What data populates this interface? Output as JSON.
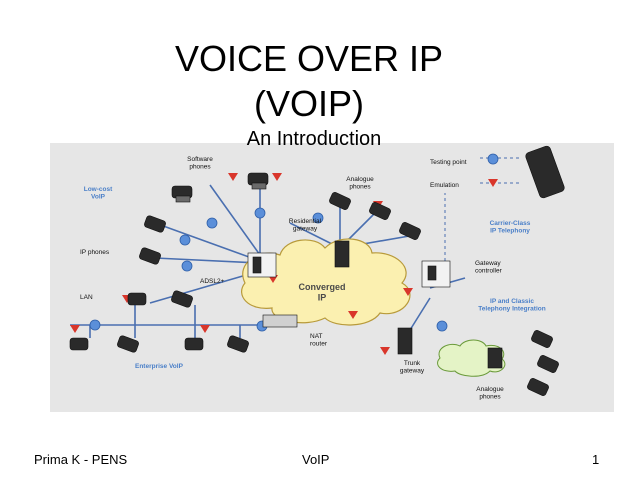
{
  "slide": {
    "title_line1": "VOICE OVER IP",
    "title_line2": "(VOIP)",
    "subtitle": "An Introduction"
  },
  "diagram": {
    "labels": {
      "software_phones": "Software\nphones",
      "analogue_phones_top": "Analogue\nphones",
      "testing_point": "Testing point",
      "emulation": "Emulation",
      "low_cost_voip": "Low-cost\nVoIP",
      "residential_gateway": "Residential\ngateway",
      "carrier_class": "Carrier-Class\nIP Telephony",
      "ip_phones": "IP phones",
      "adsl": "ADSL2+",
      "converged_ip": "Converged\nIP",
      "gateway_controller": "Gateway\ncontroller",
      "lan": "LAN",
      "ip_classic": "IP and Classic\nTelephony Integration",
      "nat_router": "NAT\nrouter",
      "trunk_gateway": "Trunk\ngateway",
      "enterprise_voip": "Enterprise VoIP",
      "analogue_phones_bottom": "Analogue\nphones"
    },
    "colors": {
      "background": "#e6e6e6",
      "cloud": "#fbf0b0",
      "cloud_stroke": "#b89a3a",
      "small_cloud": "#e4f3c6",
      "node_blue": "#5b8fd9",
      "triangle_red": "#d9362b",
      "blue_text": "#4a7fc8"
    }
  },
  "footer": {
    "left": "Prima K - PENS",
    "center": "VoIP",
    "right": "1"
  }
}
